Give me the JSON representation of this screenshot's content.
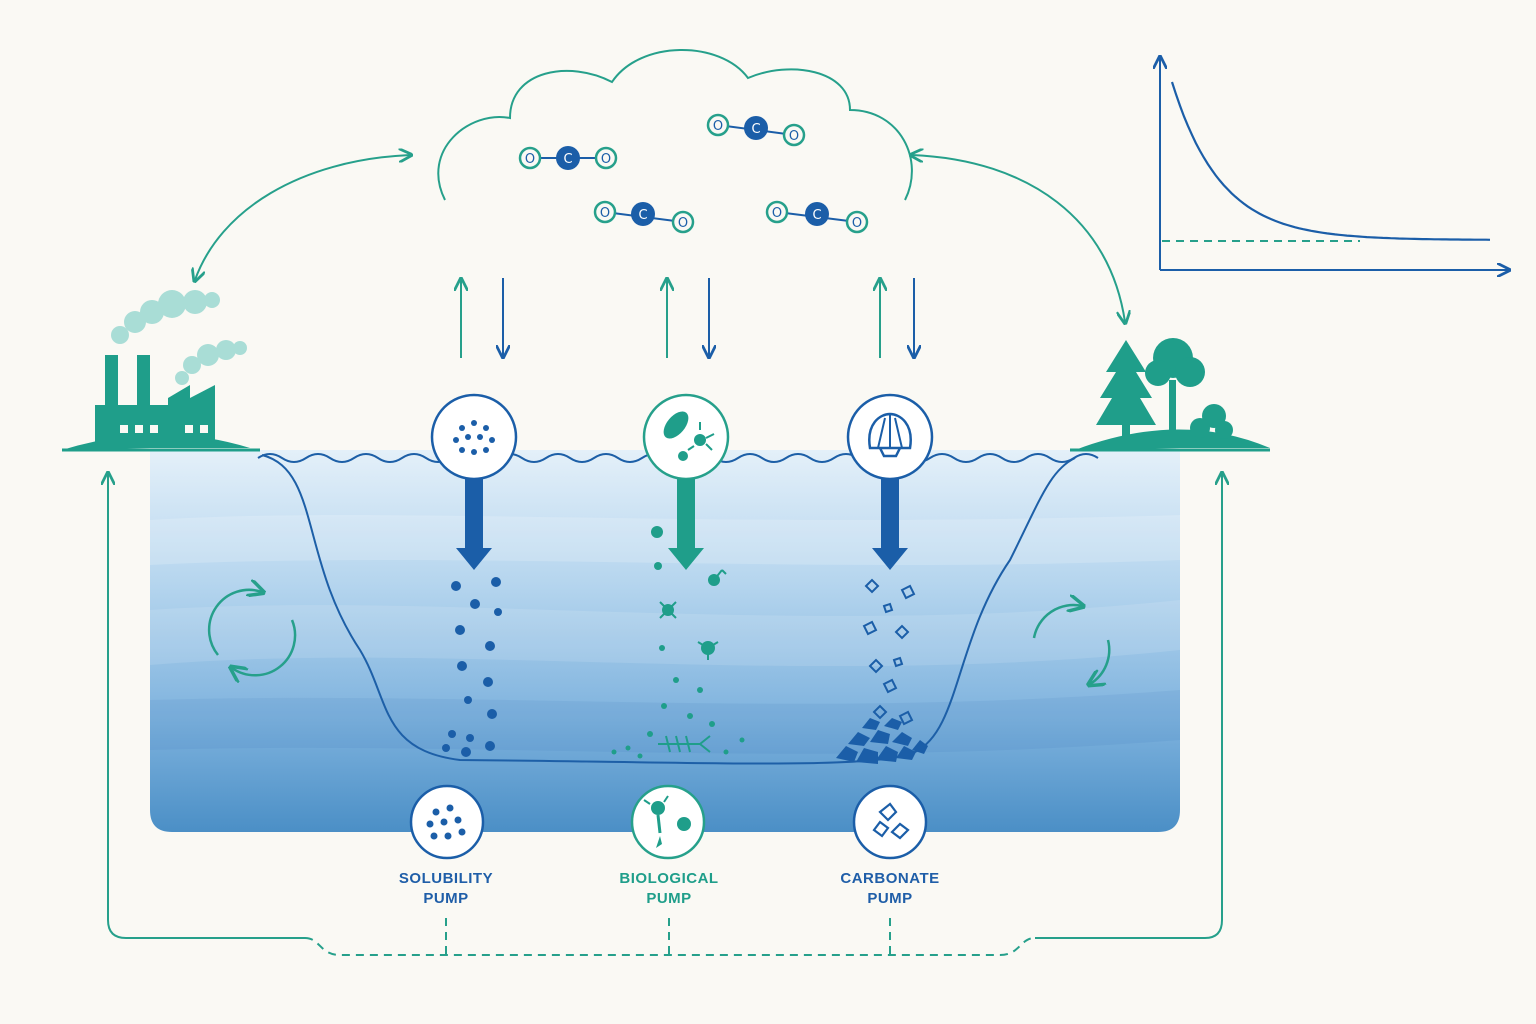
{
  "colors": {
    "background": "#faf9f4",
    "teal": "#26a08b",
    "blue": "#1b5ea8",
    "water_top": "#e1eef8",
    "water_bottom": "#4f93c8",
    "land": "#1f9e8a",
    "smoke": "#a9ddd6",
    "label_solubility": "#1f5ea8",
    "label_biological": "#1f9e8a",
    "label_carbonate": "#1f5ea8"
  },
  "molecules": [
    {
      "atoms": [
        "O",
        "C",
        "O"
      ]
    },
    {
      "atoms": [
        "O",
        "C",
        "O"
      ]
    },
    {
      "atoms": [
        "O",
        "C",
        "O"
      ]
    },
    {
      "atoms": [
        "O",
        "C",
        "O"
      ]
    }
  ],
  "pumps": [
    {
      "line1": "SOLUBILITY",
      "line2": "PUMP",
      "icon": "dissolved-dots-icon"
    },
    {
      "line1": "BIOLOGICAL",
      "line2": "PUMP",
      "icon": "plankton-icon"
    },
    {
      "line1": "CARBONATE",
      "line2": "PUMP",
      "icon": "shell-icon"
    }
  ],
  "inset_chart": {
    "curve": "exponential decay approaching a dashed baseline",
    "title": "",
    "xlabel": "",
    "ylabel": ""
  },
  "icons": [
    "factory-icon",
    "tree-icon",
    "cloud-icon",
    "circulation-icon"
  ]
}
